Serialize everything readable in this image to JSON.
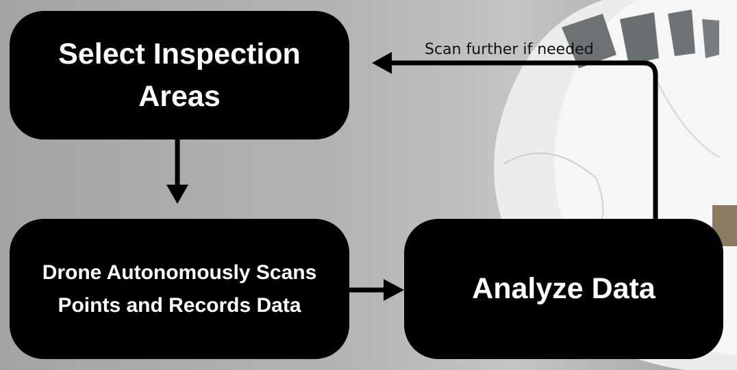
{
  "diagram": {
    "nodes": {
      "select": "Select Inspection Areas",
      "scan": "Drone Autonomously Scans Points and Records Data",
      "analyze": "Analyze Data"
    },
    "edges": {
      "loop_label": "Scan further if needed"
    },
    "colors": {
      "node_fill": "#000000",
      "node_text": "#ffffff",
      "arrow": "#000000"
    },
    "background_icon": "airplane-nose"
  }
}
